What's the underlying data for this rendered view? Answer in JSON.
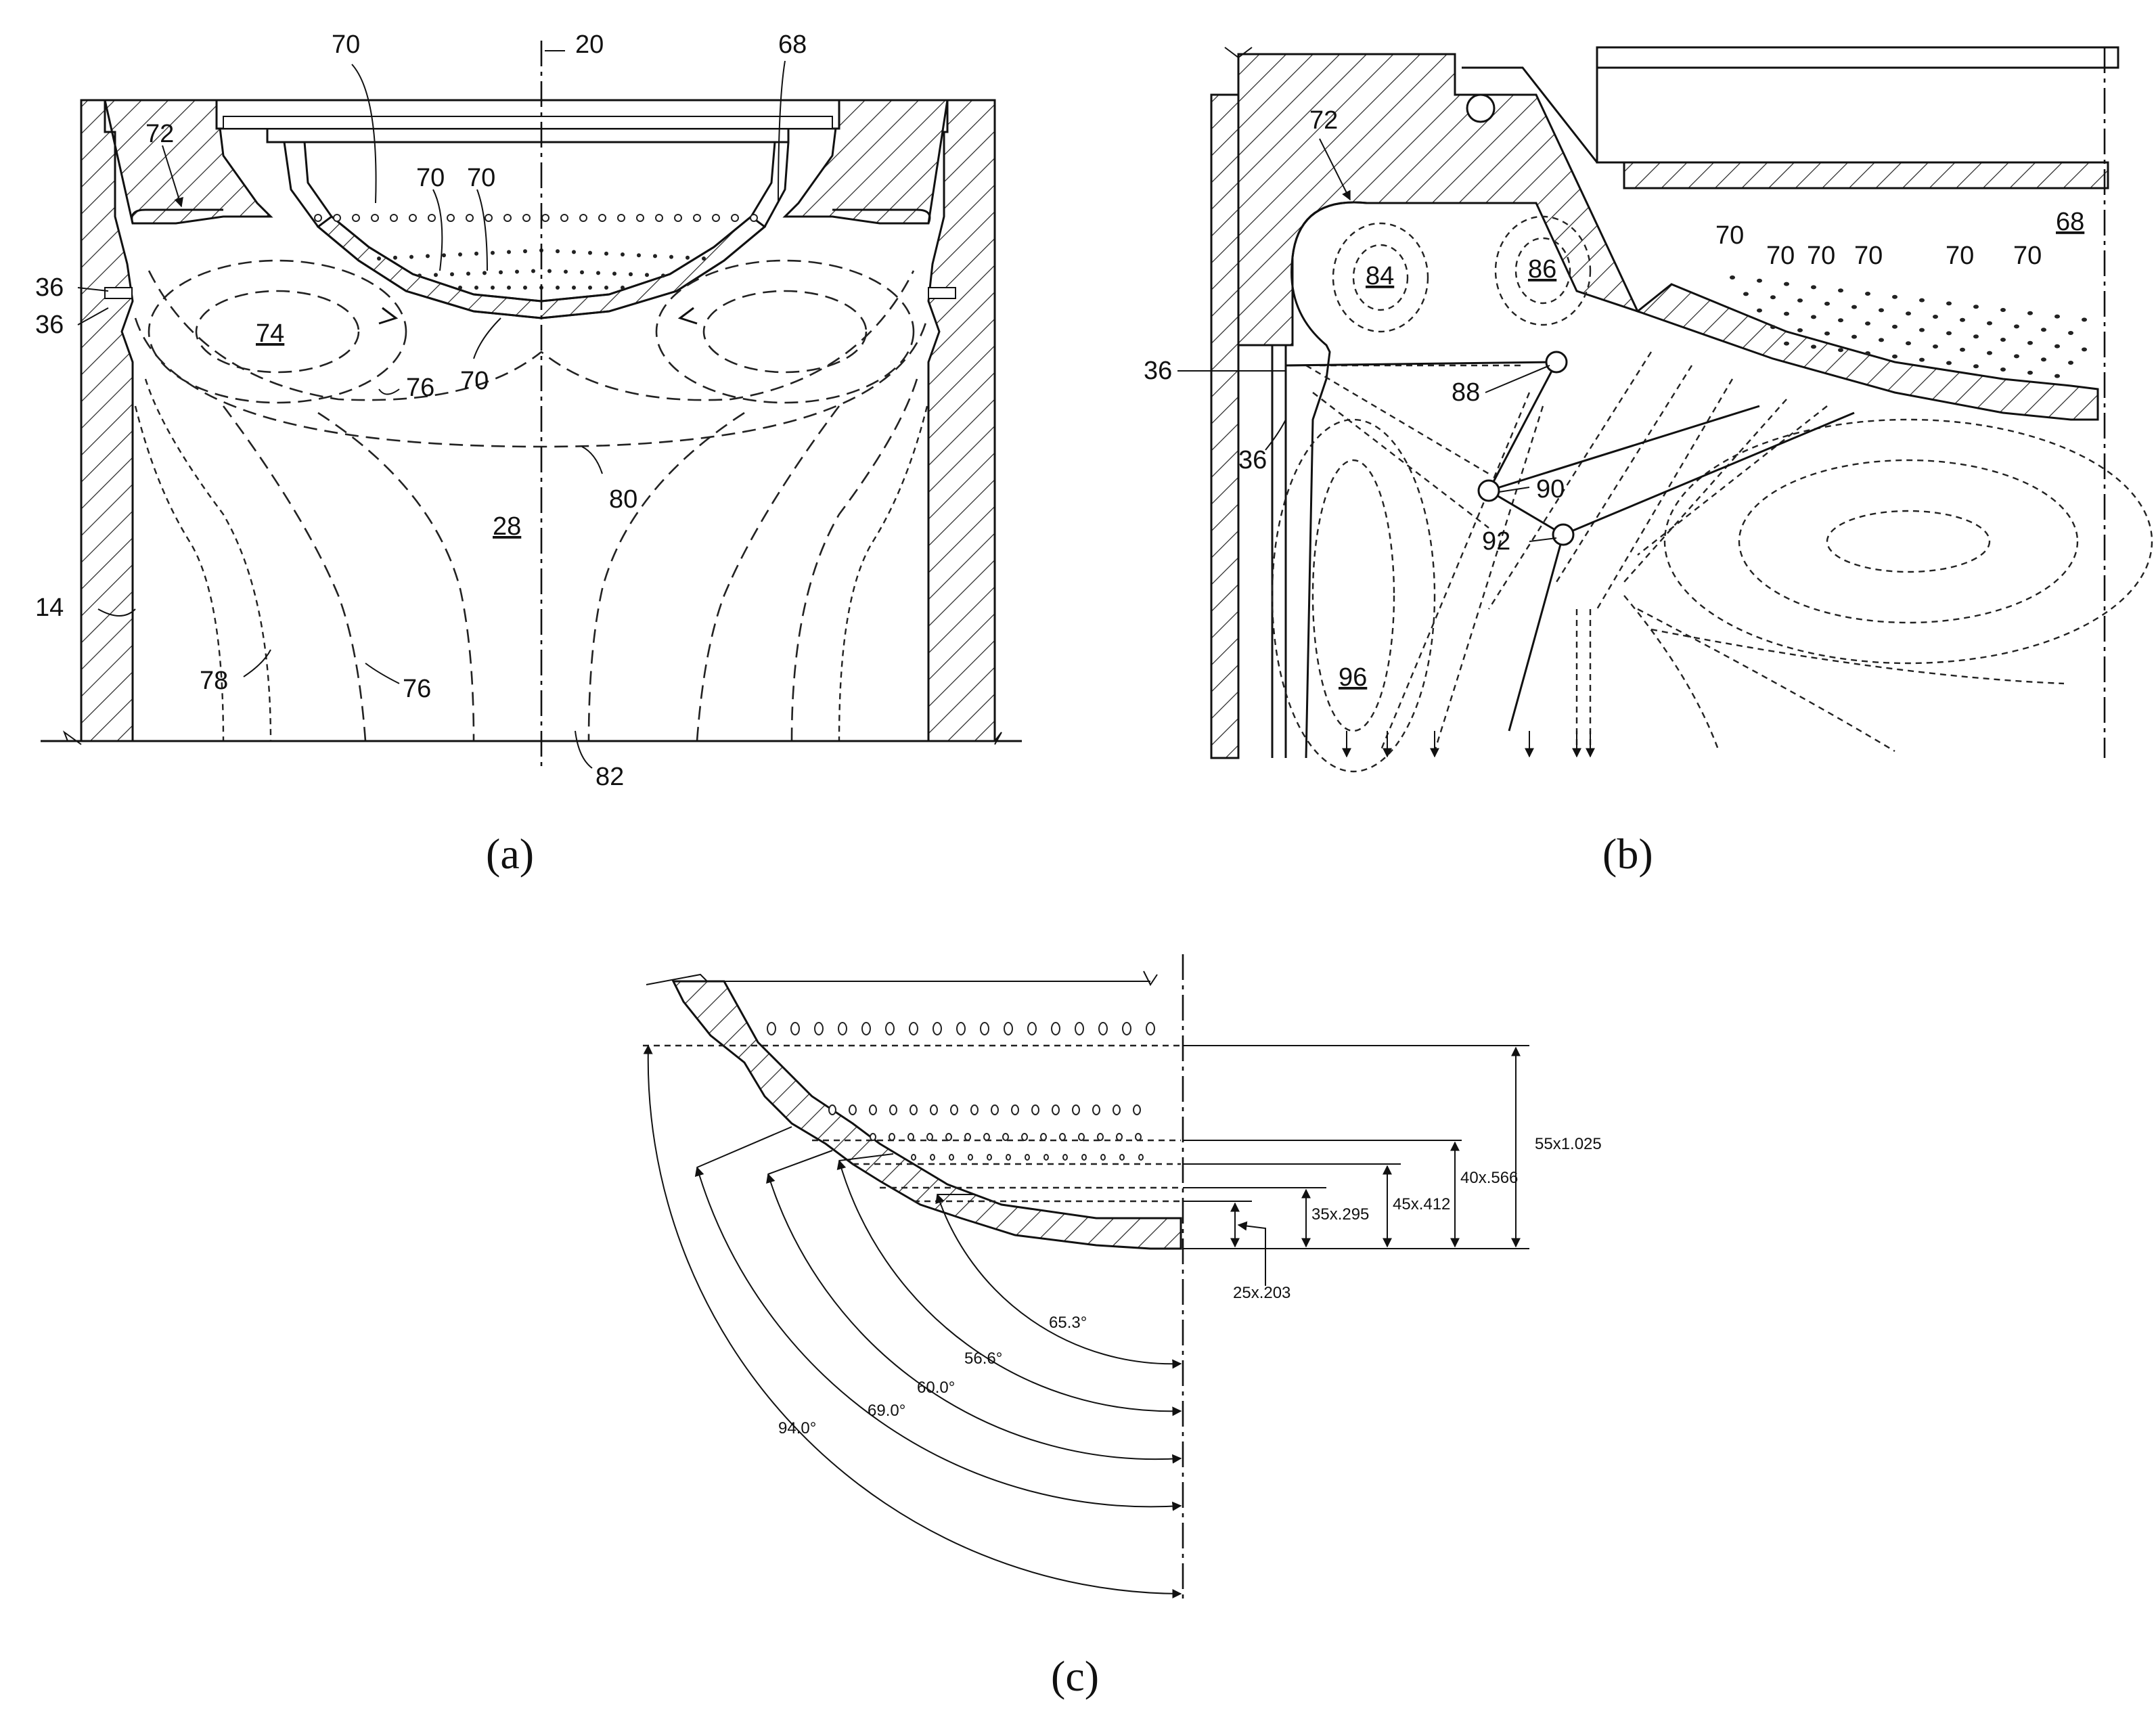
{
  "panel_a": {
    "caption": "(a)",
    "labels": {
      "l70_top": "70",
      "l20": "20",
      "l68": "68",
      "l72": "72",
      "l70_mid1": "70",
      "l70_mid2": "70",
      "l36_upper": "36",
      "l36_lower": "36",
      "l74": "74",
      "l76_upper": "76",
      "l70_low": "70",
      "l80": "80",
      "l28": "28",
      "l14": "14",
      "l78": "78",
      "l76_lower": "76",
      "l82": "82"
    }
  },
  "panel_b": {
    "caption": "(b)",
    "labels": {
      "l72": "72",
      "l84": "84",
      "l86": "86",
      "l70_1": "70",
      "l70_2": "70",
      "l70_3": "70",
      "l70_4": "70",
      "l70_5": "70",
      "l70_6": "70",
      "l68": "68",
      "l36_upper": "36",
      "l88": "88",
      "l36_lower": "36",
      "l90": "90",
      "l92": "92",
      "l96": "96"
    }
  },
  "panel_c": {
    "caption": "(c)",
    "dimensions": {
      "d55": "55x1.025",
      "d40": "40x.566",
      "d45": "45x.412",
      "d35": "35x.295",
      "d25": "25x.203"
    },
    "angles": {
      "a653": "65.3°",
      "a566": "56.6°",
      "a600": "60.0°",
      "a690": "69.0°",
      "a940": "94.0°"
    }
  }
}
